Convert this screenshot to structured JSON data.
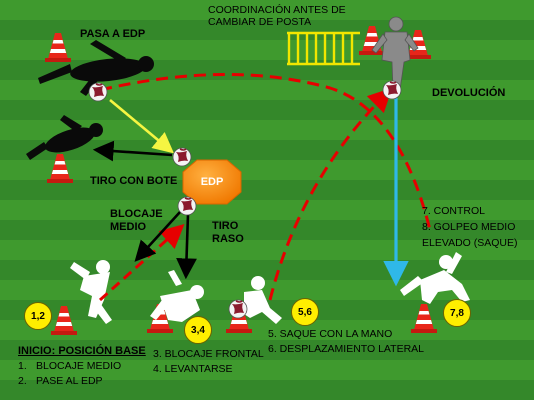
{
  "labels": {
    "pase_a_edp": "PASA A EDP",
    "coordinacion_line1": "COORDINACIÓN ANTES DE",
    "coordinacion_line2": "CAMBIAR DE POSTA",
    "devolucion": "DEVOLUCIÓN",
    "tiro_con_bote": "TIRO CON BOTE",
    "edp": "EDP",
    "blocaje_line1": "BLOCAJE",
    "blocaje_line2": "MEDIO",
    "tiro_line1": "TIRO",
    "tiro_line2": "RASO",
    "control_line1": "7. CONTROL",
    "control_line2": "8. GOLPEO MEDIO",
    "control_line3": "ELEVADO (SAQUE)"
  },
  "badges": {
    "b12": "1,2",
    "b34": "3,4",
    "b56": "5,6",
    "b78": "7,8"
  },
  "inicio": {
    "title": "INICIO: POSICIÓN BASE",
    "items": [
      {
        "num": "1.",
        "text": "BLOCAJE MEDIO"
      },
      {
        "num": "2.",
        "text": "PASE AL EDP"
      }
    ]
  },
  "steps_34": [
    "3. BLOCAJE FRONTAL",
    "4. LEVANTARSE"
  ],
  "steps_56": [
    "5. SAQUE CON LA MANO",
    "6. DESPLAZAMIENTO LATERAL"
  ],
  "colors": {
    "grass_light": "#3f9a2e",
    "grass_dark": "#2f7e22",
    "red_dash": "#e60000",
    "yellow_arrow": "#f5f542",
    "cyan_arrow": "#2fb8e8",
    "black_arrow": "#000000",
    "edp_octagon": "#ff8a00",
    "cone": "#e8261a",
    "badge": "#ffee00",
    "ladder": "#f2e600"
  }
}
